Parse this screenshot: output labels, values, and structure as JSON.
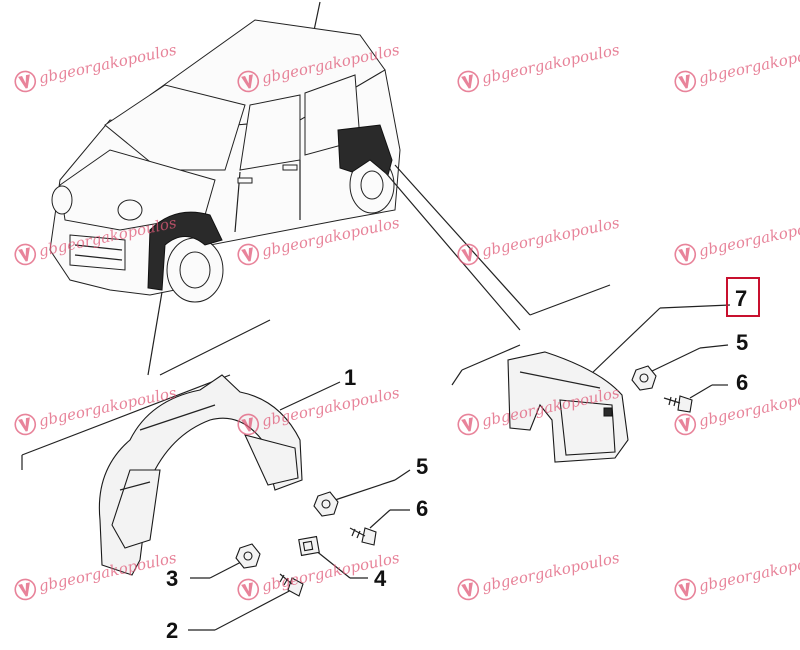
{
  "callouts": {
    "c1": "1",
    "c2": "2",
    "c3": "3",
    "c4": "4",
    "c5_bottom": "5",
    "c6_bottom": "6",
    "c5_right": "5",
    "c6_right": "6",
    "c7": "7"
  },
  "highlight_color": "#c8102e",
  "watermark": {
    "text": "gbgeorgakopoulos",
    "color": "#e05a78"
  }
}
